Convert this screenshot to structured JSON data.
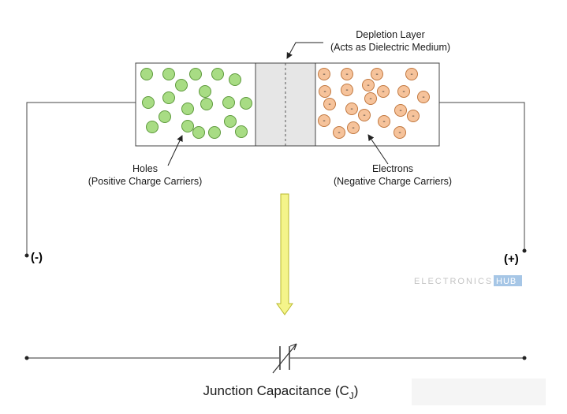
{
  "depletion": {
    "line1": "Depletion Layer",
    "line2": "(Acts as Dielectric Medium)"
  },
  "holes": {
    "line1": "Holes",
    "line2": "(Positive Charge Carriers)"
  },
  "electrons": {
    "line1": "Electrons",
    "line2": "(Negative Charge Carriers)"
  },
  "terminals": {
    "negative": "(-)",
    "positive": "(+)"
  },
  "electron_symbol": "-",
  "watermark": {
    "left": "ELECTRONICS",
    "right": "HUB"
  },
  "caption": {
    "main": "Junction Capacitance (C",
    "subscript": "J",
    "close": ")"
  },
  "colors": {
    "hole_fill": "#a8dc84",
    "hole_stroke": "#5e9a3c",
    "electron_fill": "#f6c39b",
    "electron_stroke": "#c17840",
    "depletion_fill": "#e6e6e6",
    "arrow_fill": "#f4f48a",
    "arrow_stroke": "#b9b92c"
  }
}
